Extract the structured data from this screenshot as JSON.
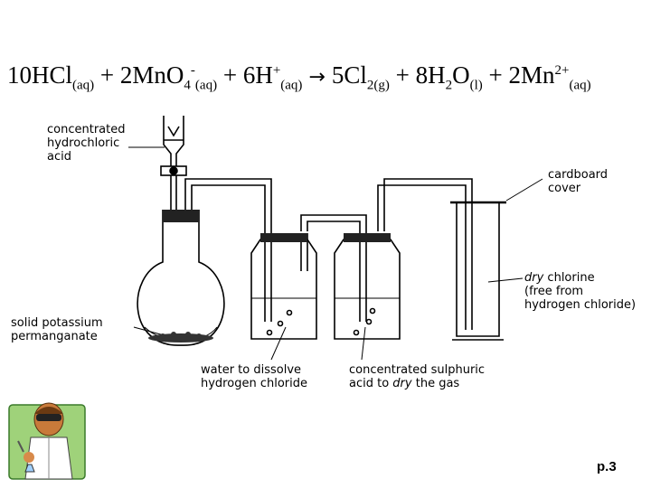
{
  "equation": {
    "c1": "10HCl",
    "s1": "(aq)",
    "plus1": " + ",
    "c2": "2MnO",
    "sub2": "4",
    "sup2": "-",
    "s2": "(aq)",
    "plus2": " + ",
    "c3": "6H",
    "sup3": "+",
    "s3": "(aq)",
    "arrow": " → ",
    "c4": "5Cl",
    "sub4": "2",
    "s4": "(g)",
    "plus3": " + ",
    "c5": "8H",
    "sub5a": "2",
    "c5b": "O",
    "s5": "(l)",
    "plus4": " + ",
    "c6": "2Mn",
    "sup6": "2+",
    "s6": "(aq)"
  },
  "labels": {
    "hcl_line1": "concentrated",
    "hcl_line2": "hydrochloric",
    "hcl_line3": "acid",
    "cardboard_line1": "cardboard",
    "cardboard_line2": "cover",
    "dry_chlorine_italic": "dry",
    "dry_chlorine_rest": " chlorine",
    "dry_chlorine_line2": "(free from",
    "dry_chlorine_line3": "hydrogen chloride)",
    "kmno4_line1": "solid potassium",
    "kmno4_line2": "permanganate",
    "water_line1": "water to dissolve",
    "water_line2": "hydrogen chloride",
    "acid_line1": "concentrated sulphuric",
    "acid_line2_a": "acid to ",
    "acid_line2_italic": "dry",
    "acid_line2_b": " the gas"
  },
  "footer": {
    "page": "p.3"
  },
  "icons": {
    "scientist": "scientist-clipart-icon"
  },
  "colors": {
    "line": "#000000",
    "liquid_fill": "#ffffff",
    "stopper": "#222222",
    "solid": "#333333"
  }
}
